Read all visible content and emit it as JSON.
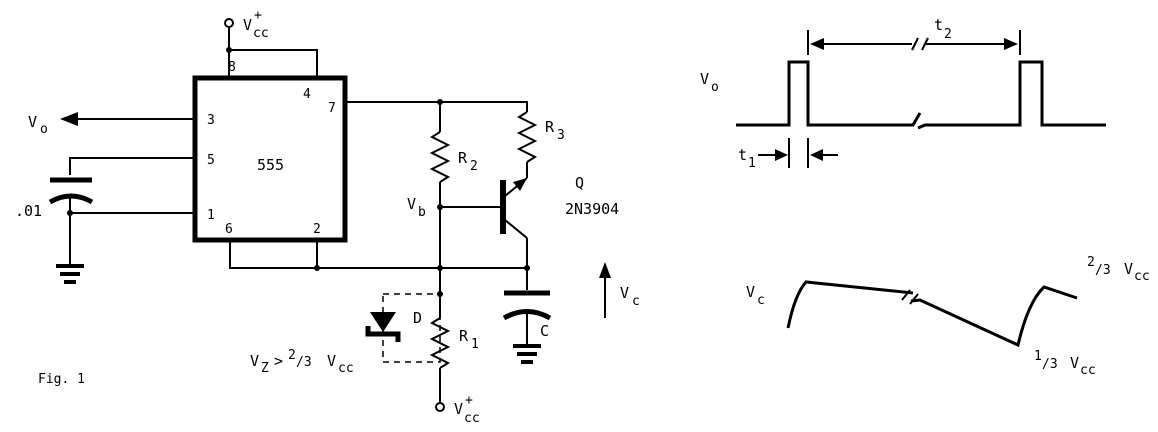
{
  "figure": {
    "caption": "Fig. 1"
  },
  "ic": {
    "name": "555",
    "pins": {
      "p8": "8",
      "p4": "4",
      "p7": "7",
      "p3": "3",
      "p5": "5",
      "p1": "1",
      "p6": "6",
      "p2": "2"
    }
  },
  "labels": {
    "vcc_top": {
      "main": "V",
      "sub": "cc",
      "sup": "+"
    },
    "vcc_bottom": {
      "main": "V",
      "sub": "cc",
      "sup": "+"
    },
    "vo_output": {
      "main": "V",
      "sub": "o"
    },
    "cap_value": ".01",
    "r1": {
      "main": "R",
      "sub": "1"
    },
    "r2": {
      "main": "R",
      "sub": "2"
    },
    "r3": {
      "main": "R",
      "sub": "3"
    },
    "vb": {
      "main": "V",
      "sub": "b"
    },
    "transistor": {
      "name": "Q",
      "part": "2N3904"
    },
    "diode": "D",
    "capacitor": "C",
    "vc_arrow": {
      "main": "V",
      "sub": "c"
    },
    "vz_condition": {
      "main": "V",
      "sub": "Z",
      "relation": ">",
      "num": "2",
      "den": "/3",
      "tail": "V",
      "tail_sub": "cc"
    }
  },
  "timing": {
    "vo": {
      "main": "V",
      "sub": "o"
    },
    "t1": {
      "main": "t",
      "sub": "1"
    },
    "t2": {
      "main": "t",
      "sub": "2"
    },
    "vc": {
      "main": "V",
      "sub": "c"
    },
    "upper": {
      "num": "2",
      "den": "/3",
      "tail": "V",
      "tail_sub": "cc"
    },
    "lower": {
      "num": "1",
      "den": "/3",
      "tail": "V",
      "tail_sub": "cc"
    }
  }
}
